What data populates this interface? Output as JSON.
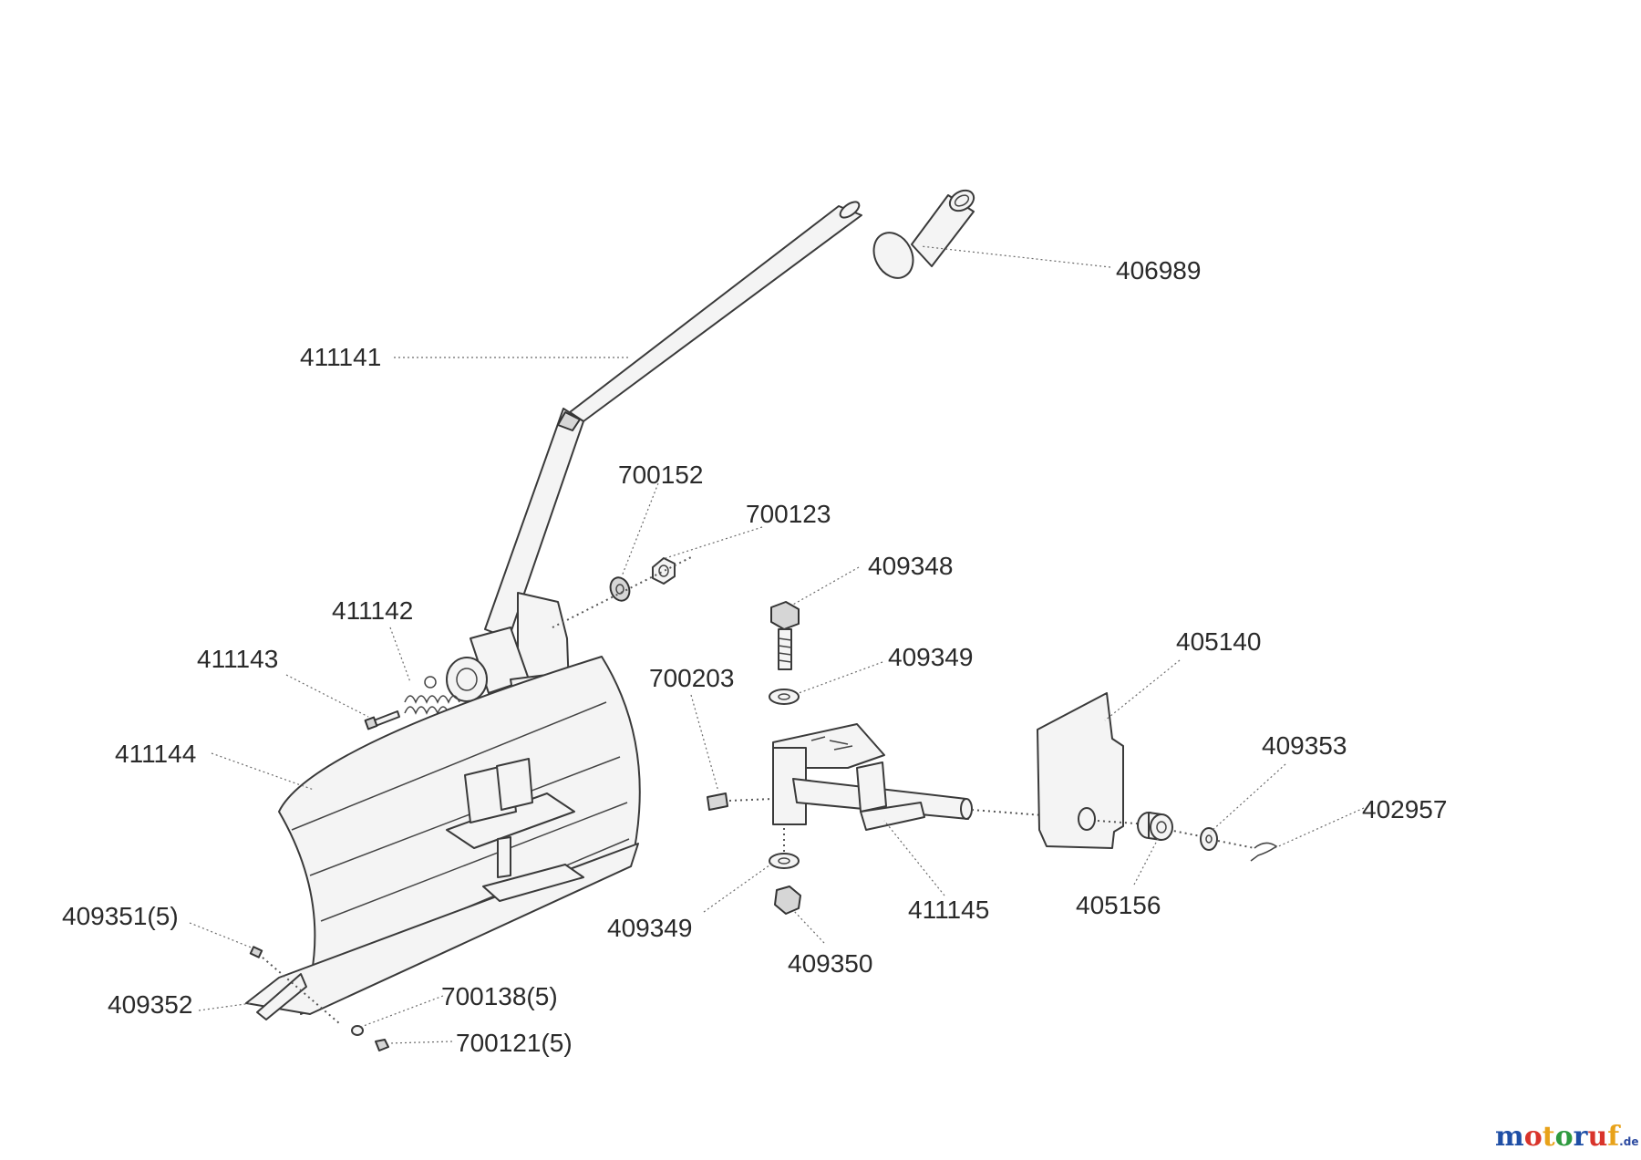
{
  "parts": {
    "p406989": "406989",
    "p411141": "411141",
    "p700152": "700152",
    "p700123": "700123",
    "p409348": "409348",
    "p411142": "411142",
    "p411143": "411143",
    "p409349a": "409349",
    "p405140": "405140",
    "p700203": "700203",
    "p411144": "411144",
    "p409353": "409353",
    "p402957": "402957",
    "p409351": "409351(5)",
    "p409349b": "409349",
    "p411145": "411145",
    "p405156": "405156",
    "p409350": "409350",
    "p700138": "700138(5)",
    "p409352": "409352",
    "p700121": "700121(5)"
  },
  "logo": {
    "text": "motoruf",
    "suffix": ".de",
    "colors": [
      "#1f4fa6",
      "#d9342b",
      "#e8a21a",
      "#2e9a3f",
      "#1f4fa6",
      "#d9342b",
      "#e8a21a"
    ]
  }
}
